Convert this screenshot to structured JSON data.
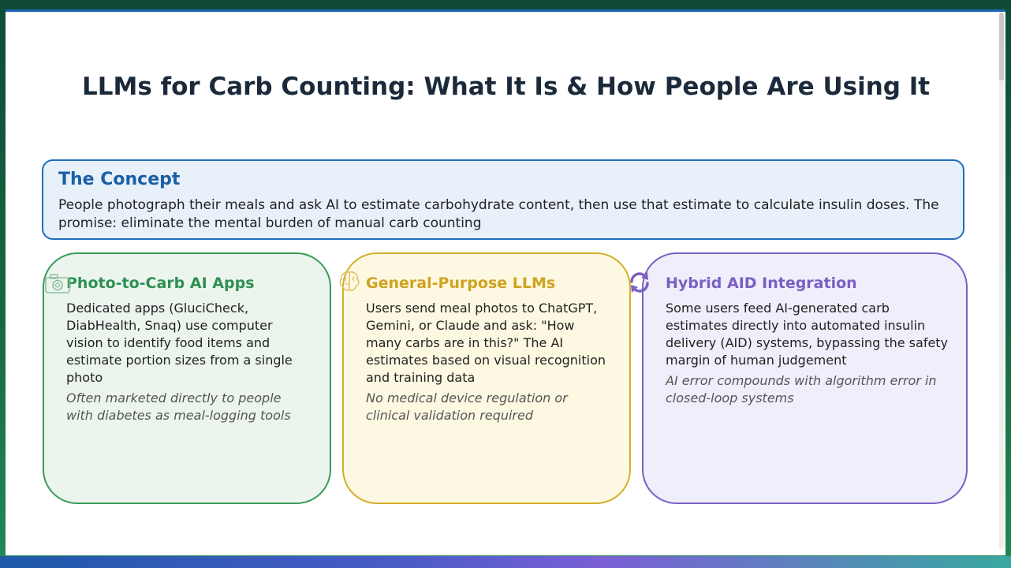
{
  "title": "LLMs for Carb Counting: What It Is & How People Are Using It",
  "concept": {
    "heading": "The Concept",
    "body": "People photograph their meals and ask AI to estimate carbohydrate content, then use that estimate to calculate insulin doses. The promise: eliminate the mental burden of manual carb counting"
  },
  "cards": [
    {
      "icon": "camera-icon",
      "heading": "Photo-to-Carb AI Apps",
      "body": "Dedicated apps (GluciCheck, DiabHealth, Snaq) use computer vision to identify food items and estimate portion sizes from a single photo",
      "note": "Often marketed directly to people with diabetes as meal-logging tools",
      "color": "#3a9a5a"
    },
    {
      "icon": "brain-icon",
      "heading": "General-Purpose LLMs",
      "body": "Users send meal photos to ChatGPT, Gemini, or Claude and ask: \"How many carbs are in this?\" The AI estimates based on visual recognition and training data",
      "note": "No medical device regulation or clinical validation required",
      "color": "#d4ad2a"
    },
    {
      "icon": "sync-icon",
      "heading": "Hybrid AID Integration",
      "body": "Some users feed AI-generated carb estimates directly into automated insulin delivery (AID) systems, bypassing the safety margin of human judgement",
      "note": "AI error compounds with algorithm error in closed-loop systems",
      "color": "#7a5fc4"
    }
  ]
}
